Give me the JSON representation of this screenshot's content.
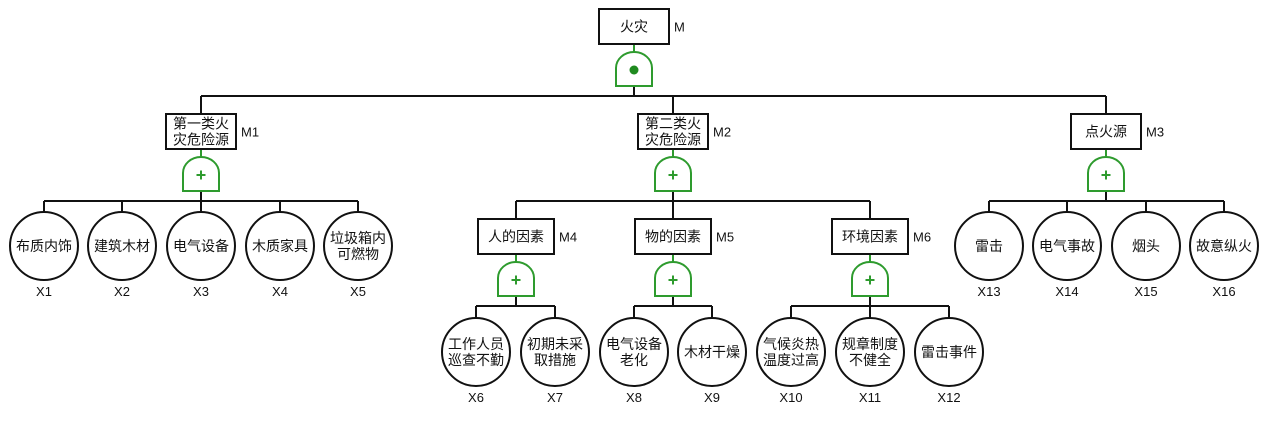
{
  "colors": {
    "gate": "#2e9b2e",
    "line": "#111111"
  },
  "top": {
    "id": "M",
    "lines": [
      "火灾"
    ],
    "gate": "and"
  },
  "intermediate": [
    {
      "id": "M1",
      "lines": [
        "第一类火",
        "灾危险源"
      ],
      "gate": "or",
      "parent": "M"
    },
    {
      "id": "M2",
      "lines": [
        "第二类火",
        "灾危险源"
      ],
      "gate": "or",
      "parent": "M"
    },
    {
      "id": "M3",
      "lines": [
        "点火源"
      ],
      "gate": "or",
      "parent": "M"
    },
    {
      "id": "M4",
      "lines": [
        "人的因素"
      ],
      "gate": "or",
      "parent": "M2"
    },
    {
      "id": "M5",
      "lines": [
        "物的因素"
      ],
      "gate": "or",
      "parent": "M2"
    },
    {
      "id": "M6",
      "lines": [
        "环境因素"
      ],
      "gate": "or",
      "parent": "M2"
    }
  ],
  "basic_events": [
    {
      "id": "X1",
      "lines": [
        "布质内饰"
      ],
      "parent": "M1"
    },
    {
      "id": "X2",
      "lines": [
        "建筑木材"
      ],
      "parent": "M1"
    },
    {
      "id": "X3",
      "lines": [
        "电气设备"
      ],
      "parent": "M1"
    },
    {
      "id": "X4",
      "lines": [
        "木质家具"
      ],
      "parent": "M1"
    },
    {
      "id": "X5",
      "lines": [
        "垃圾箱内",
        "可燃物"
      ],
      "parent": "M1"
    },
    {
      "id": "X6",
      "lines": [
        "工作人员",
        "巡查不勤"
      ],
      "parent": "M4"
    },
    {
      "id": "X7",
      "lines": [
        "初期未采",
        "取措施"
      ],
      "parent": "M4"
    },
    {
      "id": "X8",
      "lines": [
        "电气设备",
        "老化"
      ],
      "parent": "M5"
    },
    {
      "id": "X9",
      "lines": [
        "木材干燥"
      ],
      "parent": "M5"
    },
    {
      "id": "X10",
      "lines": [
        "气候炎热",
        "温度过高"
      ],
      "parent": "M6"
    },
    {
      "id": "X11",
      "lines": [
        "规章制度",
        "不健全"
      ],
      "parent": "M6"
    },
    {
      "id": "X12",
      "lines": [
        "雷击事件"
      ],
      "parent": "M6"
    },
    {
      "id": "X13",
      "lines": [
        "雷击"
      ],
      "parent": "M3"
    },
    {
      "id": "X14",
      "lines": [
        "电气事故"
      ],
      "parent": "M3"
    },
    {
      "id": "X15",
      "lines": [
        "烟头"
      ],
      "parent": "M3"
    },
    {
      "id": "X16",
      "lines": [
        "故意纵火"
      ],
      "parent": "M3"
    }
  ]
}
